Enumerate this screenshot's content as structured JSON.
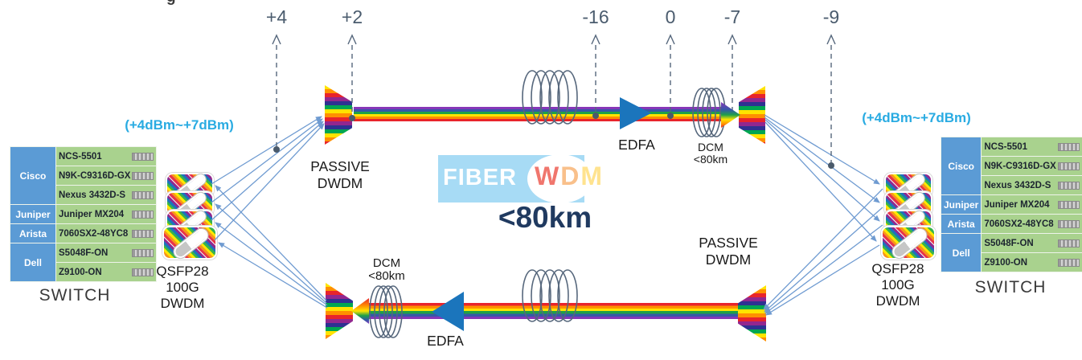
{
  "header_fragment": "g",
  "meters": {
    "values": [
      "+4",
      "+2",
      "-16",
      "0",
      "-7",
      "-9"
    ]
  },
  "power_label": "(+4dBm~+7dBm)",
  "qsfp_label": {
    "line1": "QSFP28",
    "line2": "100G",
    "line3": "DWDM"
  },
  "passive_dwdm_label": {
    "line1": "PASSIVE",
    "line2": "DWDM"
  },
  "edfa_label": "EDFA",
  "dcm_label": {
    "line1": "DCM",
    "line2": "<80km"
  },
  "switch_label": "SWITCH",
  "switch_table": {
    "groups": [
      {
        "vendor": "Cisco",
        "models": [
          "NCS-5501",
          "N9K-C9316D-GX",
          "Nexus 3432D-S"
        ]
      },
      {
        "vendor": "Juniper",
        "models": [
          "Juniper MX204"
        ]
      },
      {
        "vendor": "Arista",
        "models": [
          "7060SX2-48YC8"
        ]
      },
      {
        "vendor": "Dell",
        "models": [
          "S5048F-ON",
          "Z9100-ON"
        ]
      }
    ]
  },
  "logo": {
    "fiber": "FIBER",
    "letters": [
      "W",
      "D",
      "M"
    ],
    "distance": "<80km"
  },
  "colors": {
    "accent_cyan": "#29abe2",
    "edfa_blue": "#1b75bc",
    "fan_line_blue": "#6f9bd1",
    "meter_gray": "#4b5c6e",
    "table_green": "#a9d28e",
    "table_blue": "#5b9bd5",
    "logo_bg_blue": "#a7dbf5",
    "distance_navy": "#203a60"
  }
}
